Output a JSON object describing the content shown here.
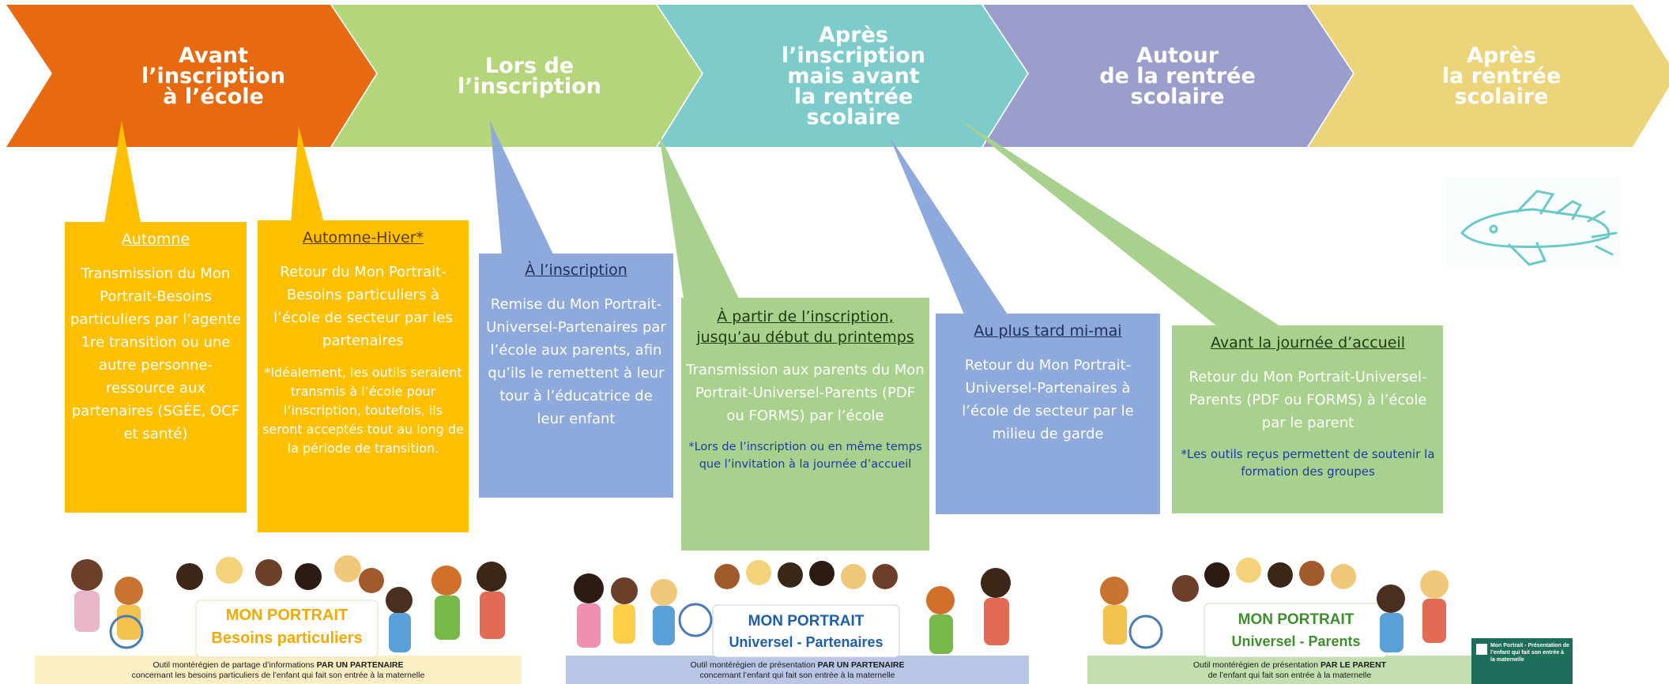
{
  "stages": [
    {
      "title": "Avant\nl’inscription\nà l’école",
      "color": "#E86A10"
    },
    {
      "title": "Lors de\nl’inscription",
      "color": "#B5D57B"
    },
    {
      "title": "Après\nl’inscription\nmais avant\nla rentrée\nscolaire",
      "color": "#7ECBCB"
    },
    {
      "title": "Autour\nde la rentrée\nscolaire",
      "color": "#9B9ECD"
    },
    {
      "title": "Après\nla rentrée\nscolaire",
      "color": "#EBD47A"
    }
  ],
  "boxes": [
    {
      "heading": "Automne",
      "body": "Transmission du Mon Portrait-Besoins particuliers par l’agente 1re transition ou une autre personne-ressource aux partenaires (SGÉE, OCF et santé)",
      "note": ""
    },
    {
      "heading": "Automne-Hiver*",
      "body": "Retour du Mon Portrait-Besoins particuliers à l’école de secteur par les partenaires",
      "note": "*Idéalement, les outils seraient transmis à l’école pour l’inscription, toutefois, ils seront acceptés tout au long de la période de transition."
    },
    {
      "heading": "À l’inscription",
      "body": "Remise du Mon Portrait-Universel-Partenaires par l’école aux parents, afin qu’ils le remettent à leur tour à l’éducatrice de leur enfant",
      "note": ""
    },
    {
      "heading": "À partir de l’inscription, jusqu’au début du printemps",
      "body": "Transmission aux parents du Mon Portrait-Universel-Parents (PDF ou FORMS) par l’école",
      "note": "*Lors de l’inscription ou en même temps que l’invitation à la journée d’accueil"
    },
    {
      "heading": "Au plus tard mi-mai",
      "body": "Retour du Mon Portrait-Universel-Partenaires à l’école de secteur par le milieu de garde",
      "note": ""
    },
    {
      "heading": "Avant la journée d’accueil",
      "body": "Retour du Mon Portrait-Universel-Parents (PDF ou FORMS) à l’école par le parent",
      "note": "*Les outils reçus permettent de soutenir la formation des groupes"
    }
  ],
  "banners": [
    {
      "line1": "MON PORTRAIT",
      "line2": "Besoins particuliers",
      "title_color": "#F2A900",
      "caption_pre": "Outil montérégien de partage d’informations ",
      "caption_bold": "PAR UN PARTENAIRE",
      "caption_line2": "concernant les besoins particuliers de l’enfant qui fait son entrée à la maternelle",
      "strip_color": "#FCEFC4"
    },
    {
      "line1": "MON PORTRAIT",
      "line2": "Universel - Partenaires",
      "title_color": "#1F5FA8",
      "caption_pre": "Outil montérégien de présentation ",
      "caption_bold": "PAR UN PARTENAIRE",
      "caption_line2": "concernant l’enfant qui fait son entrée à la maternelle",
      "strip_color": "#B9C6E6"
    },
    {
      "line1": "MON PORTRAIT",
      "line2": "Universel - Parents",
      "title_color": "#3E8E2E",
      "caption_pre": "Outil montérégien de présentation ",
      "caption_bold": "PAR LE PARENT",
      "caption_line2": "de l’enfant qui fait son entrée à la maternelle",
      "strip_color": "#C3DFB0"
    }
  ],
  "thumbnail": {
    "title": "Mon Portrait - Présentation de l’enfant qui fait son entrée à la maternelle"
  },
  "icons": {
    "airplane": "airplane-icon"
  }
}
